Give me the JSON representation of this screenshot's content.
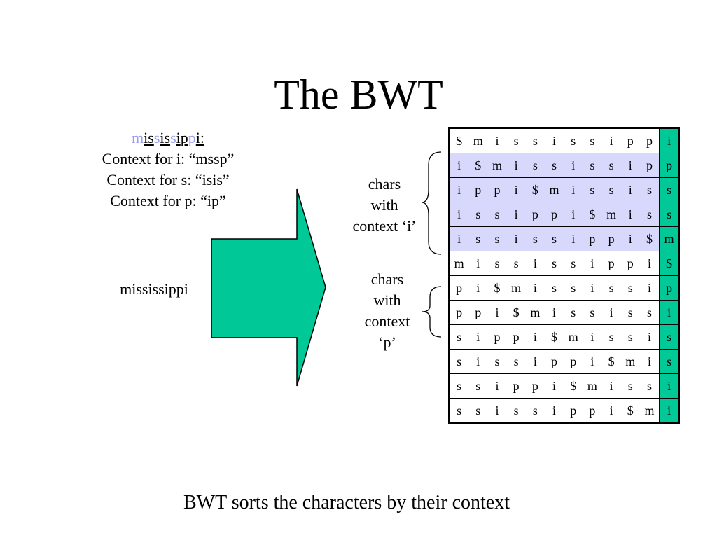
{
  "title": "The BWT",
  "context_word": [
    {
      "ch": "m",
      "style": "faded"
    },
    {
      "ch": "i",
      "style": "u"
    },
    {
      "ch": "s",
      "style": "u"
    },
    {
      "ch": "s",
      "style": "faded"
    },
    {
      "ch": "i",
      "style": "u"
    },
    {
      "ch": "s",
      "style": "u"
    },
    {
      "ch": "s",
      "style": "faded"
    },
    {
      "ch": "i",
      "style": "u"
    },
    {
      "ch": "p",
      "style": "u"
    },
    {
      "ch": "p",
      "style": "faded"
    },
    {
      "ch": "i",
      "style": "u"
    },
    {
      "ch": ":",
      "style": "u"
    }
  ],
  "context_lines": [
    "Context for i: “mssp”",
    "Context for s: “isis”",
    "Context for p: “ip”"
  ],
  "word": "mississippi",
  "label_i": [
    "chars",
    "with",
    "context ‘i’"
  ],
  "label_p": [
    "chars",
    "with",
    "context",
    "‘p’"
  ],
  "rows": [
    {
      "cells": [
        "$",
        "m",
        "i",
        "s",
        "s",
        "i",
        "s",
        "s",
        "i",
        "p",
        "p",
        "i"
      ],
      "group": ""
    },
    {
      "cells": [
        "i",
        "$",
        "m",
        "i",
        "s",
        "s",
        "i",
        "s",
        "s",
        "i",
        "p",
        "p"
      ],
      "group": "i"
    },
    {
      "cells": [
        "i",
        "p",
        "p",
        "i",
        "$",
        "m",
        "i",
        "s",
        "s",
        "i",
        "s",
        "s"
      ],
      "group": "i"
    },
    {
      "cells": [
        "i",
        "s",
        "s",
        "i",
        "p",
        "p",
        "i",
        "$",
        "m",
        "i",
        "s",
        "s"
      ],
      "group": "i"
    },
    {
      "cells": [
        "i",
        "s",
        "s",
        "i",
        "s",
        "s",
        "i",
        "p",
        "p",
        "i",
        "$",
        "m"
      ],
      "group": "i"
    },
    {
      "cells": [
        "m",
        "i",
        "s",
        "s",
        "i",
        "s",
        "s",
        "i",
        "p",
        "p",
        "i",
        "$"
      ],
      "group": ""
    },
    {
      "cells": [
        "p",
        "i",
        "$",
        "m",
        "i",
        "s",
        "s",
        "i",
        "s",
        "s",
        "i",
        "p"
      ],
      "group": ""
    },
    {
      "cells": [
        "p",
        "p",
        "i",
        "$",
        "m",
        "i",
        "s",
        "s",
        "i",
        "s",
        "s",
        "i"
      ],
      "group": ""
    },
    {
      "cells": [
        "s",
        "i",
        "p",
        "p",
        "i",
        "$",
        "m",
        "i",
        "s",
        "s",
        "i",
        "s"
      ],
      "group": ""
    },
    {
      "cells": [
        "s",
        "i",
        "s",
        "s",
        "i",
        "p",
        "p",
        "i",
        "$",
        "m",
        "i",
        "s"
      ],
      "group": ""
    },
    {
      "cells": [
        "s",
        "s",
        "i",
        "p",
        "p",
        "i",
        "$",
        "m",
        "i",
        "s",
        "s",
        "i"
      ],
      "group": ""
    },
    {
      "cells": [
        "s",
        "s",
        "i",
        "s",
        "s",
        "i",
        "p",
        "p",
        "i",
        "$",
        "m",
        "i"
      ],
      "group": ""
    }
  ],
  "footer": "BWT sorts the characters by their context",
  "colors": {
    "arrow": "#00c896",
    "highlight_rows": "#d8d8fc",
    "last_column": "#00c896",
    "faded_text": "#9a9cf0"
  }
}
